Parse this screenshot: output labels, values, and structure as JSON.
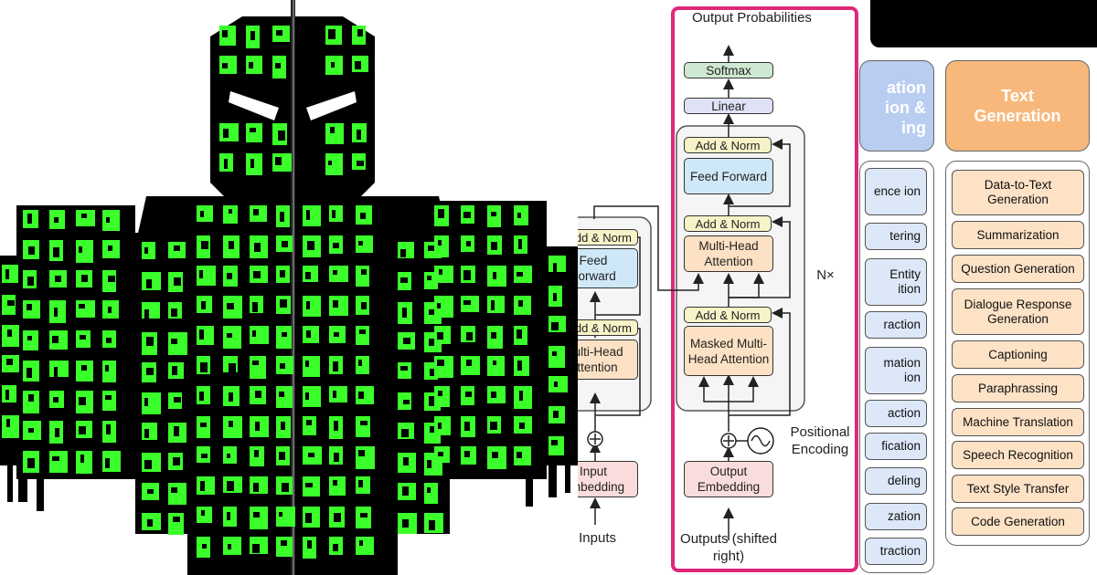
{
  "transformer": {
    "encoder": {
      "add_norm": "Add & Norm",
      "feed_forward": "Feed Forward",
      "multi_head_attention": "Multi-Head Attention",
      "input_embedding": "Input Embedding",
      "inputs": "Inputs"
    },
    "decoder": {
      "output_probabilities": "Output Probabilities",
      "softmax": "Softmax",
      "linear": "Linear",
      "add_norm": "Add & Norm",
      "feed_forward": "Feed Forward",
      "multi_head_attention": "Multi-Head Attention",
      "masked_multi_head_attention": "Masked Multi-Head Attention",
      "output_embedding": "Output Embedding",
      "outputs": "Outputs (shifted right)",
      "positional_encoding": "Positional Encoding",
      "repeat": "N×"
    }
  },
  "tasks": {
    "left_column": {
      "header_partial": [
        "ation",
        "ion &",
        "ing"
      ],
      "items": [
        "ence ion",
        "tering",
        "Entity ition",
        "raction",
        "mation ion",
        "action",
        "fication",
        "deling",
        "zation",
        "traction"
      ]
    },
    "text_generation": {
      "header": "Text Generation",
      "items": [
        "Data-to-Text Generation",
        "Summarization",
        "Question Generation",
        "Dialogue Response Generation",
        "Captioning",
        "Paraphrassing",
        "Machine Translation",
        "Speech Recognition",
        "Text Style Transfer",
        "Code Generation"
      ]
    }
  },
  "colors": {
    "code_glyphs": "#3aff2a",
    "silhouette": "#000000",
    "highlight_frame": "#e0287a",
    "text_generation_header": "#f8b87c",
    "left_header": "#b9cdf0"
  }
}
